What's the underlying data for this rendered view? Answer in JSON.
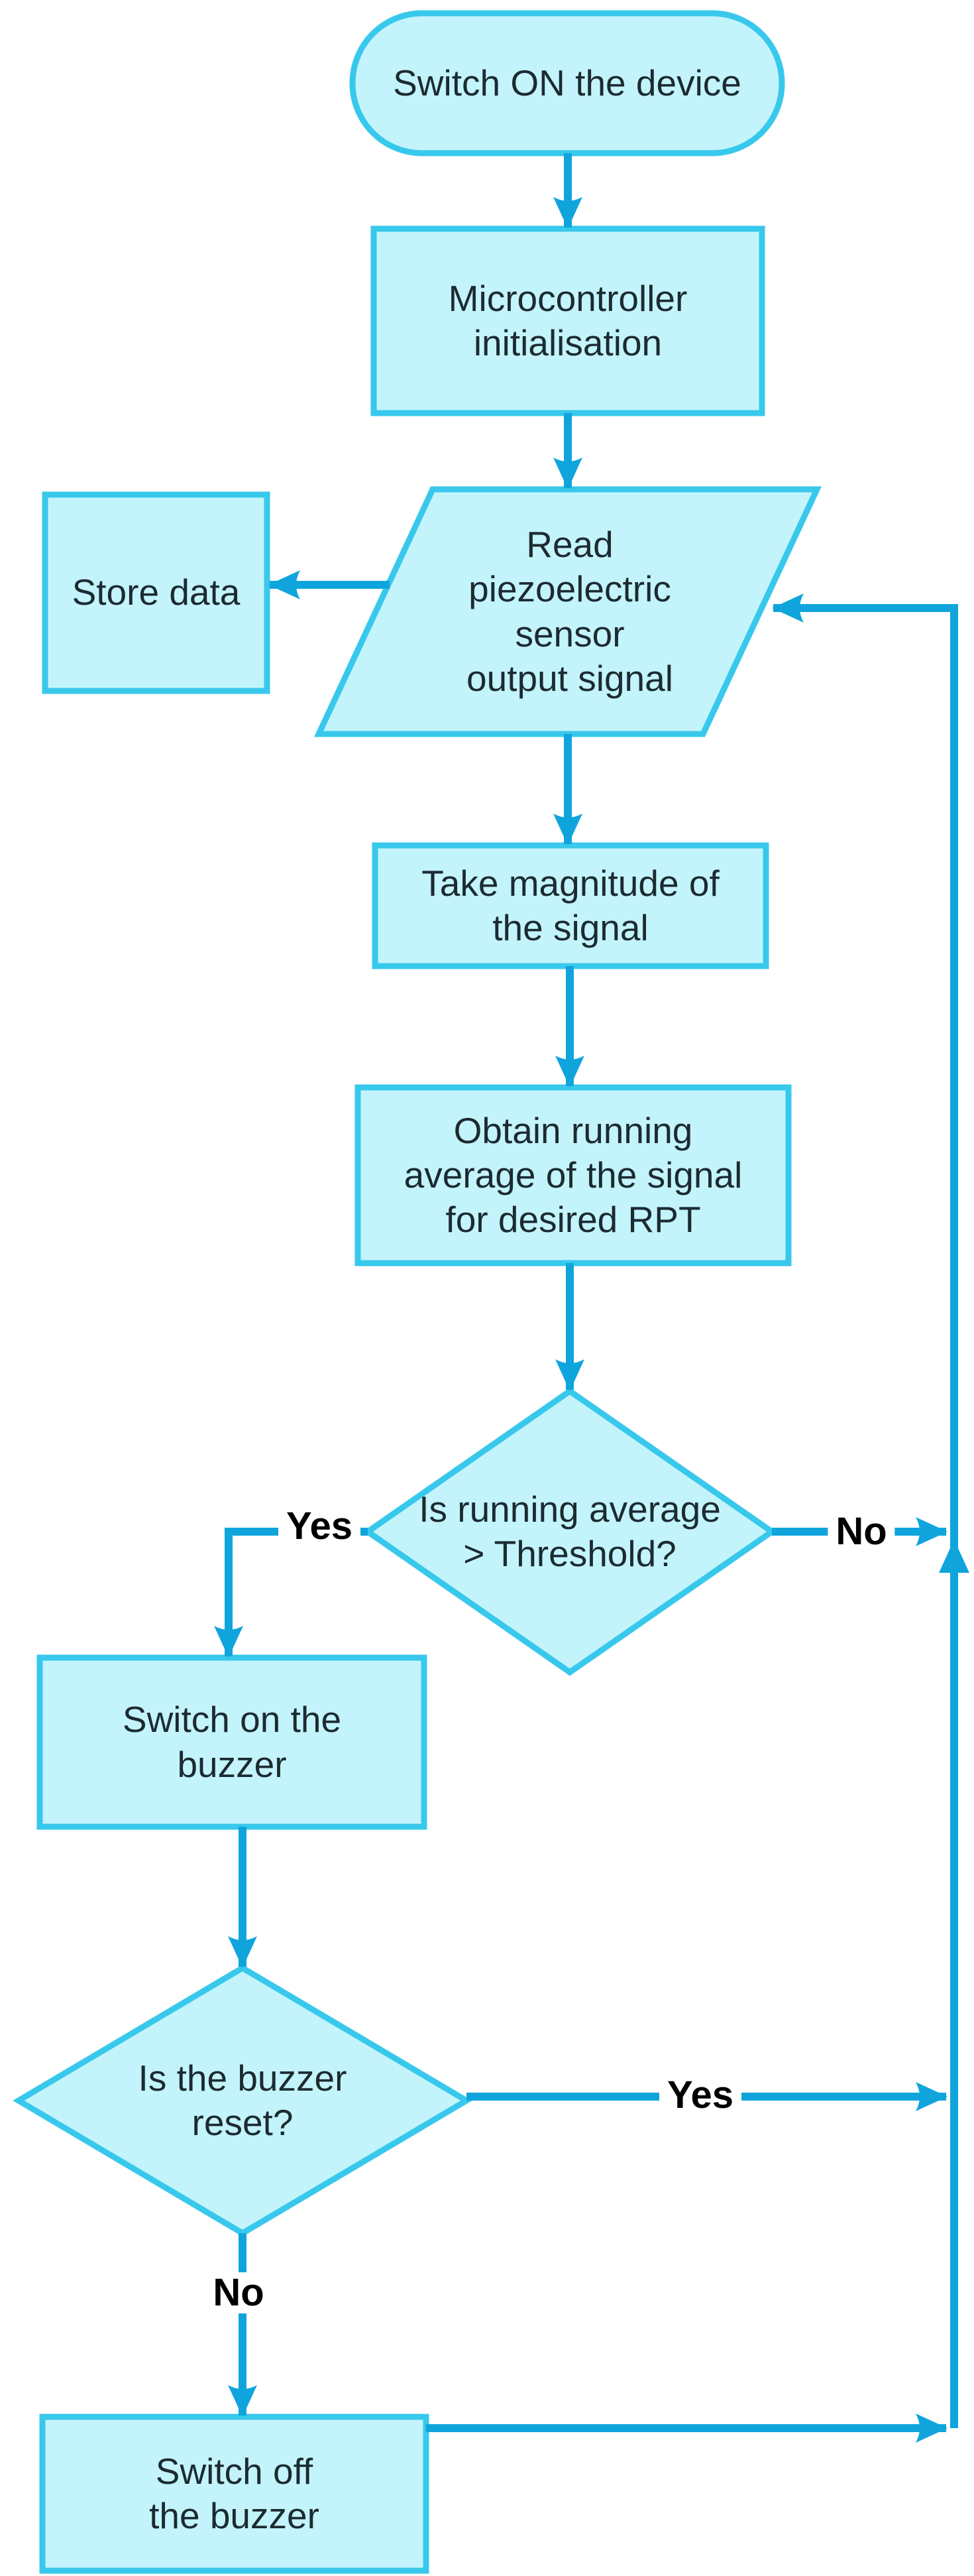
{
  "diagram": {
    "type": "flowchart",
    "description": "Wearable device buzzer control flowchart",
    "colors": {
      "node_fill": "#c3f4fb",
      "node_border": "#38c8ec",
      "connector": "#0fa5dc",
      "node_text": "#1c2b31",
      "edge_label_text": "#000000",
      "background": "#ffffff"
    },
    "nodes": {
      "start": {
        "type": "terminator",
        "label": "Switch ON the device"
      },
      "init": {
        "type": "process",
        "label": "Microcontroller\ninitialisation"
      },
      "read_sensor": {
        "type": "input-output",
        "label": "Read\npiezoelectric\nsensor\noutput signal"
      },
      "store_data": {
        "type": "process",
        "label": "Store data"
      },
      "magnitude": {
        "type": "process",
        "label": "Take magnitude of\nthe signal"
      },
      "running_average": {
        "type": "process",
        "label": "Obtain running\naverage of the signal\nfor desired RPT"
      },
      "threshold_decision": {
        "type": "decision",
        "label": "Is running average\n> Threshold?"
      },
      "buzzer_on": {
        "type": "process",
        "label": "Switch on the\nbuzzer"
      },
      "reset_decision": {
        "type": "decision",
        "label": "Is the buzzer\nreset?"
      },
      "buzzer_off": {
        "type": "process",
        "label": "Switch off\nthe buzzer"
      }
    },
    "edge_labels": {
      "threshold_yes": "Yes",
      "threshold_no": "No",
      "reset_yes": "Yes",
      "reset_no": "No"
    }
  }
}
